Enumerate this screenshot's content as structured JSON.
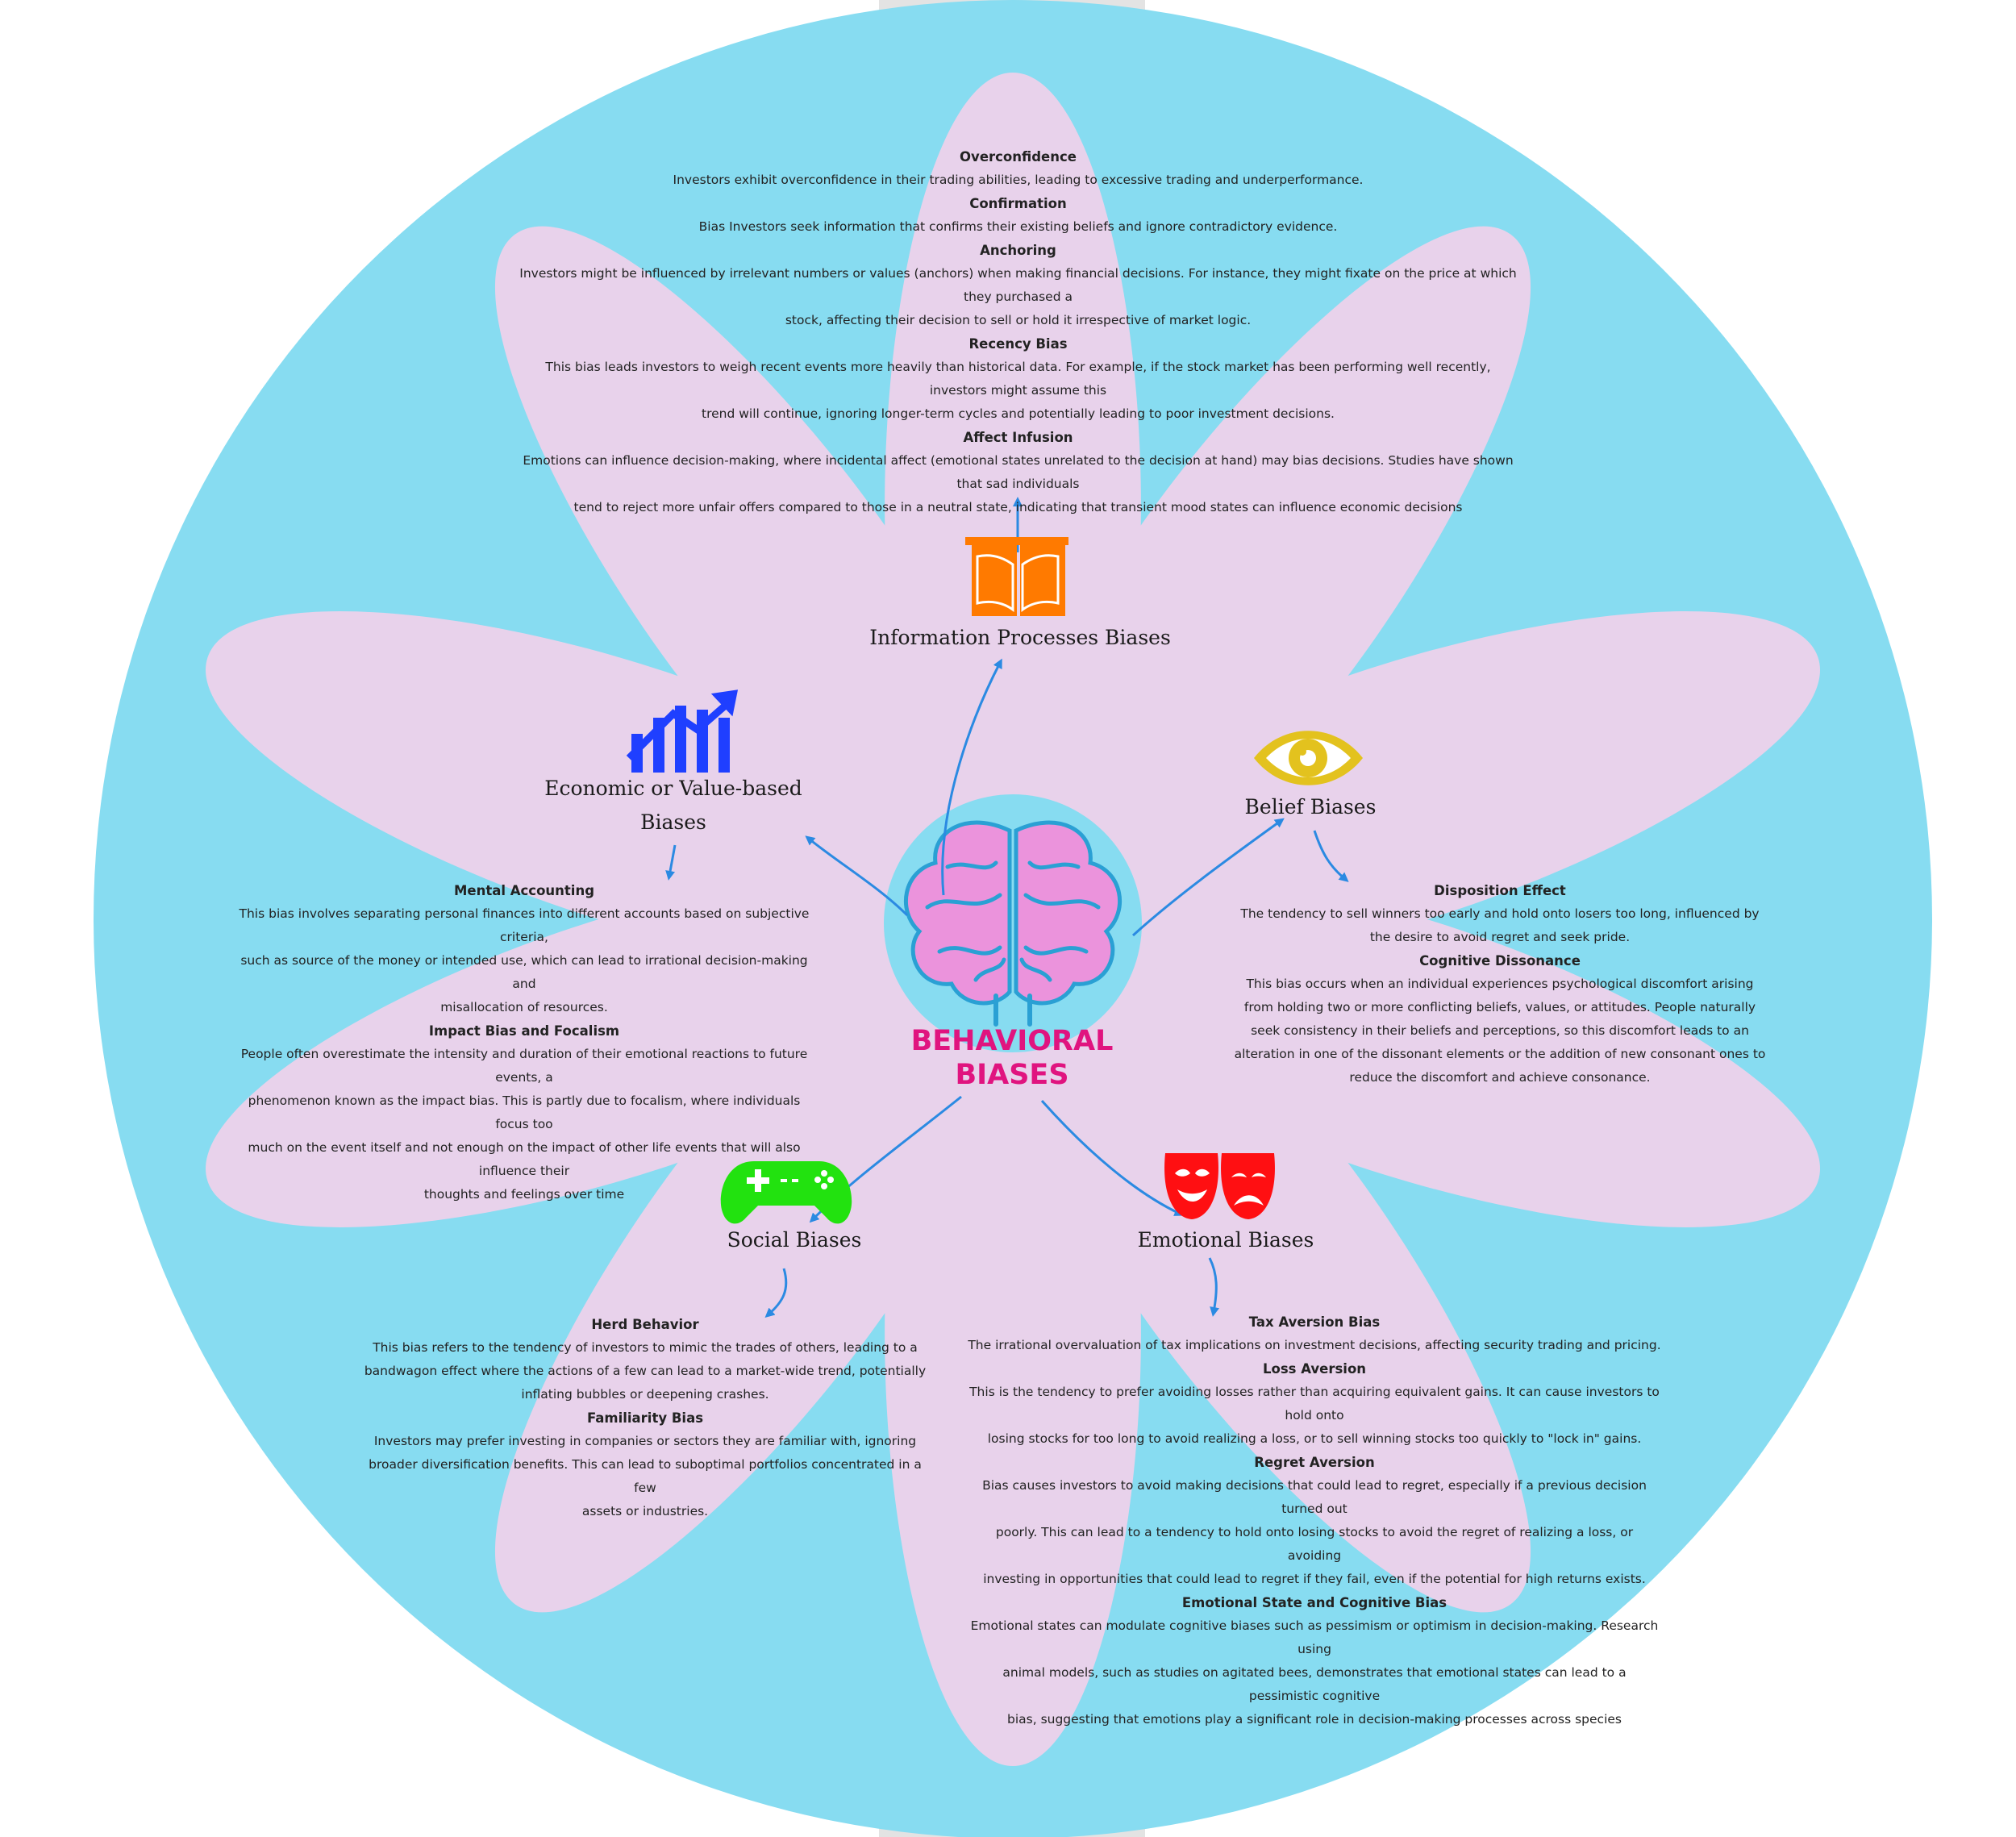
{
  "central": {
    "line1": "BEHAVIORAL",
    "line2": "BIASES"
  },
  "colors": {
    "background": "#87dcf1",
    "petal": "#e8d2eb",
    "arrow": "#2b8ae2",
    "central_text": "#e0147f",
    "brain": "#eb93dc",
    "brain_stroke": "#2aa0d4"
  },
  "categories": {
    "info": {
      "label": "Information Processes Biases",
      "icon": "book-icon"
    },
    "econ": {
      "line1": "Economic or Value-based",
      "line2": "Biases",
      "icon": "rising-bar-chart-icon"
    },
    "belief": {
      "label": "Belief Biases",
      "icon": "eye-icon"
    },
    "social": {
      "label": "Social Biases",
      "icon": "gamepad-icon"
    },
    "emotional": {
      "label": "Emotional Biases",
      "icon": "theater-masks-icon"
    }
  },
  "info_items": [
    {
      "title": "Overconfidence",
      "lines": [
        "Investors exhibit overconfidence in their trading abilities, leading to excessive trading and underperformance."
      ]
    },
    {
      "title": "Confirmation",
      "lines": [
        "Bias Investors seek information that confirms their existing beliefs and ignore contradictory evidence."
      ]
    },
    {
      "title": "Anchoring",
      "lines": [
        "Investors might be influenced by irrelevant numbers or values (anchors) when making financial decisions. For instance, they might fixate on the price at which they purchased a",
        "stock, affecting their decision to sell or hold it irrespective of market logic."
      ]
    },
    {
      "title": "Recency Bias",
      "lines": [
        "This bias leads investors to weigh recent events more heavily than historical data. For example, if the stock market has been performing well recently, investors might assume this",
        "trend will continue, ignoring longer-term cycles and potentially leading to poor investment decisions."
      ]
    },
    {
      "title": "Affect Infusion",
      "lines": [
        "Emotions can influence decision-making, where incidental affect (emotional states unrelated to the decision at hand) may bias decisions. Studies have shown that sad individuals",
        "tend to reject more unfair offers compared to those in a neutral state, indicating that transient mood states can influence economic decisions"
      ]
    }
  ],
  "econ_items": [
    {
      "title": "Mental Accounting",
      "lines": [
        "This bias involves separating personal finances into different accounts based on subjective criteria,",
        "such as source of the money or intended use, which can lead to irrational decision-making and",
        "misallocation of resources."
      ]
    },
    {
      "title": "Impact Bias and Focalism",
      "lines": [
        "People often overestimate the intensity and duration of their emotional reactions to future events, a",
        "phenomenon known as the impact bias. This is partly due to focalism, where individuals focus too",
        "much on the event itself and not enough on the impact of other life events that will also influence their",
        "thoughts and feelings over time"
      ]
    }
  ],
  "belief_items": [
    {
      "title": "Disposition Effect",
      "lines": [
        "The tendency to sell winners too early and hold onto losers too long, influenced by",
        "the desire to avoid regret and seek pride."
      ]
    },
    {
      "title": "Cognitive Dissonance",
      "lines": [
        "This bias occurs when an individual experiences psychological discomfort arising",
        "from holding two or more conflicting beliefs, values, or attitudes. People naturally",
        "seek consistency in their beliefs and perceptions, so this discomfort leads to an",
        "alteration in one of the dissonant elements or the addition of new consonant ones to",
        "reduce the discomfort and achieve consonance."
      ]
    }
  ],
  "social_items": [
    {
      "title": "Herd Behavior",
      "lines": [
        "This bias refers to the tendency of investors to mimic the trades of others, leading to a",
        "bandwagon effect where the actions of a few can lead to a market-wide trend, potentially",
        "inflating bubbles or deepening crashes."
      ]
    },
    {
      "title": "Familiarity Bias",
      "lines": [
        "Investors may prefer investing in companies or sectors they are familiar with, ignoring",
        "broader diversification benefits. This can lead to suboptimal portfolios concentrated in a few",
        "assets or industries."
      ]
    }
  ],
  "emotional_items": [
    {
      "title": "Tax Aversion Bias",
      "lines": [
        "The irrational overvaluation of tax implications on investment decisions, affecting security trading and pricing."
      ]
    },
    {
      "title": "Loss Aversion",
      "lines": [
        "This is the tendency to prefer avoiding losses rather than acquiring equivalent gains. It can cause investors to hold onto",
        "losing stocks for too long to avoid realizing a loss, or to sell winning stocks too quickly to \"lock in\" gains."
      ]
    },
    {
      "title": "Regret Aversion",
      "lines": [
        "Bias causes investors to avoid making decisions that could lead to regret, especially if a previous decision turned out",
        "poorly. This can lead to a tendency to hold onto losing stocks to avoid the regret of realizing a loss, or avoiding",
        "investing in opportunities that could lead to regret if they fail, even if the potential for high returns exists."
      ]
    },
    {
      "title": "Emotional State and Cognitive Bias",
      "lines": [
        "Emotional states can modulate cognitive biases such as pessimism or optimism in decision-making. Research using",
        "animal models, such as studies on agitated bees, demonstrates that emotional states can lead to a pessimistic cognitive",
        "bias, suggesting that emotions play a significant role in decision-making processes across species"
      ]
    }
  ]
}
